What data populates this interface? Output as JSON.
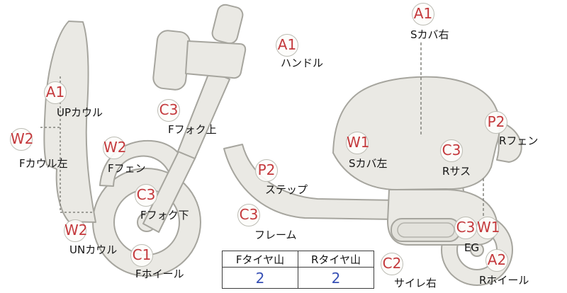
{
  "diagram_title": "scooter-condition-map",
  "colors": {
    "grade_code_red": "#c4393c",
    "label_black": "#141414",
    "tread_value_blue": "#3750b5",
    "body_fill": "#eae9e4",
    "body_stroke": "#a6a59e"
  },
  "markers": [
    {
      "code": "A1",
      "label": "Sカバ右"
    },
    {
      "code": "A1",
      "label": "ハンドル"
    },
    {
      "code": "A1",
      "label": "UPカウル"
    },
    {
      "code": "C3",
      "label": "Fフォク上"
    },
    {
      "code": "P2",
      "label": "Rフェン"
    },
    {
      "code": "W2",
      "label": "Fカウル左"
    },
    {
      "code": "W1",
      "label": "Sカバ左"
    },
    {
      "code": "W2",
      "label": "Fフェン"
    },
    {
      "code": "C3",
      "label": "Rサス"
    },
    {
      "code": "P2",
      "label": "ステップ"
    },
    {
      "code": "C3",
      "label": "Fフォク下"
    },
    {
      "code": "C3",
      "label": "フレーム"
    },
    {
      "code": "W2",
      "label": "UNカウル"
    },
    {
      "code": "C3",
      "label": ""
    },
    {
      "code": "W1",
      "label": "EG"
    },
    {
      "code": "C1",
      "label": "Fホイール"
    },
    {
      "code": "C2",
      "label": "サイレ右"
    },
    {
      "code": "A2",
      "label": "Rホイール"
    }
  ],
  "tire_table": {
    "headers": [
      "Fタイヤ山",
      "Rタイヤ山"
    ],
    "values": [
      "2",
      "2"
    ]
  }
}
